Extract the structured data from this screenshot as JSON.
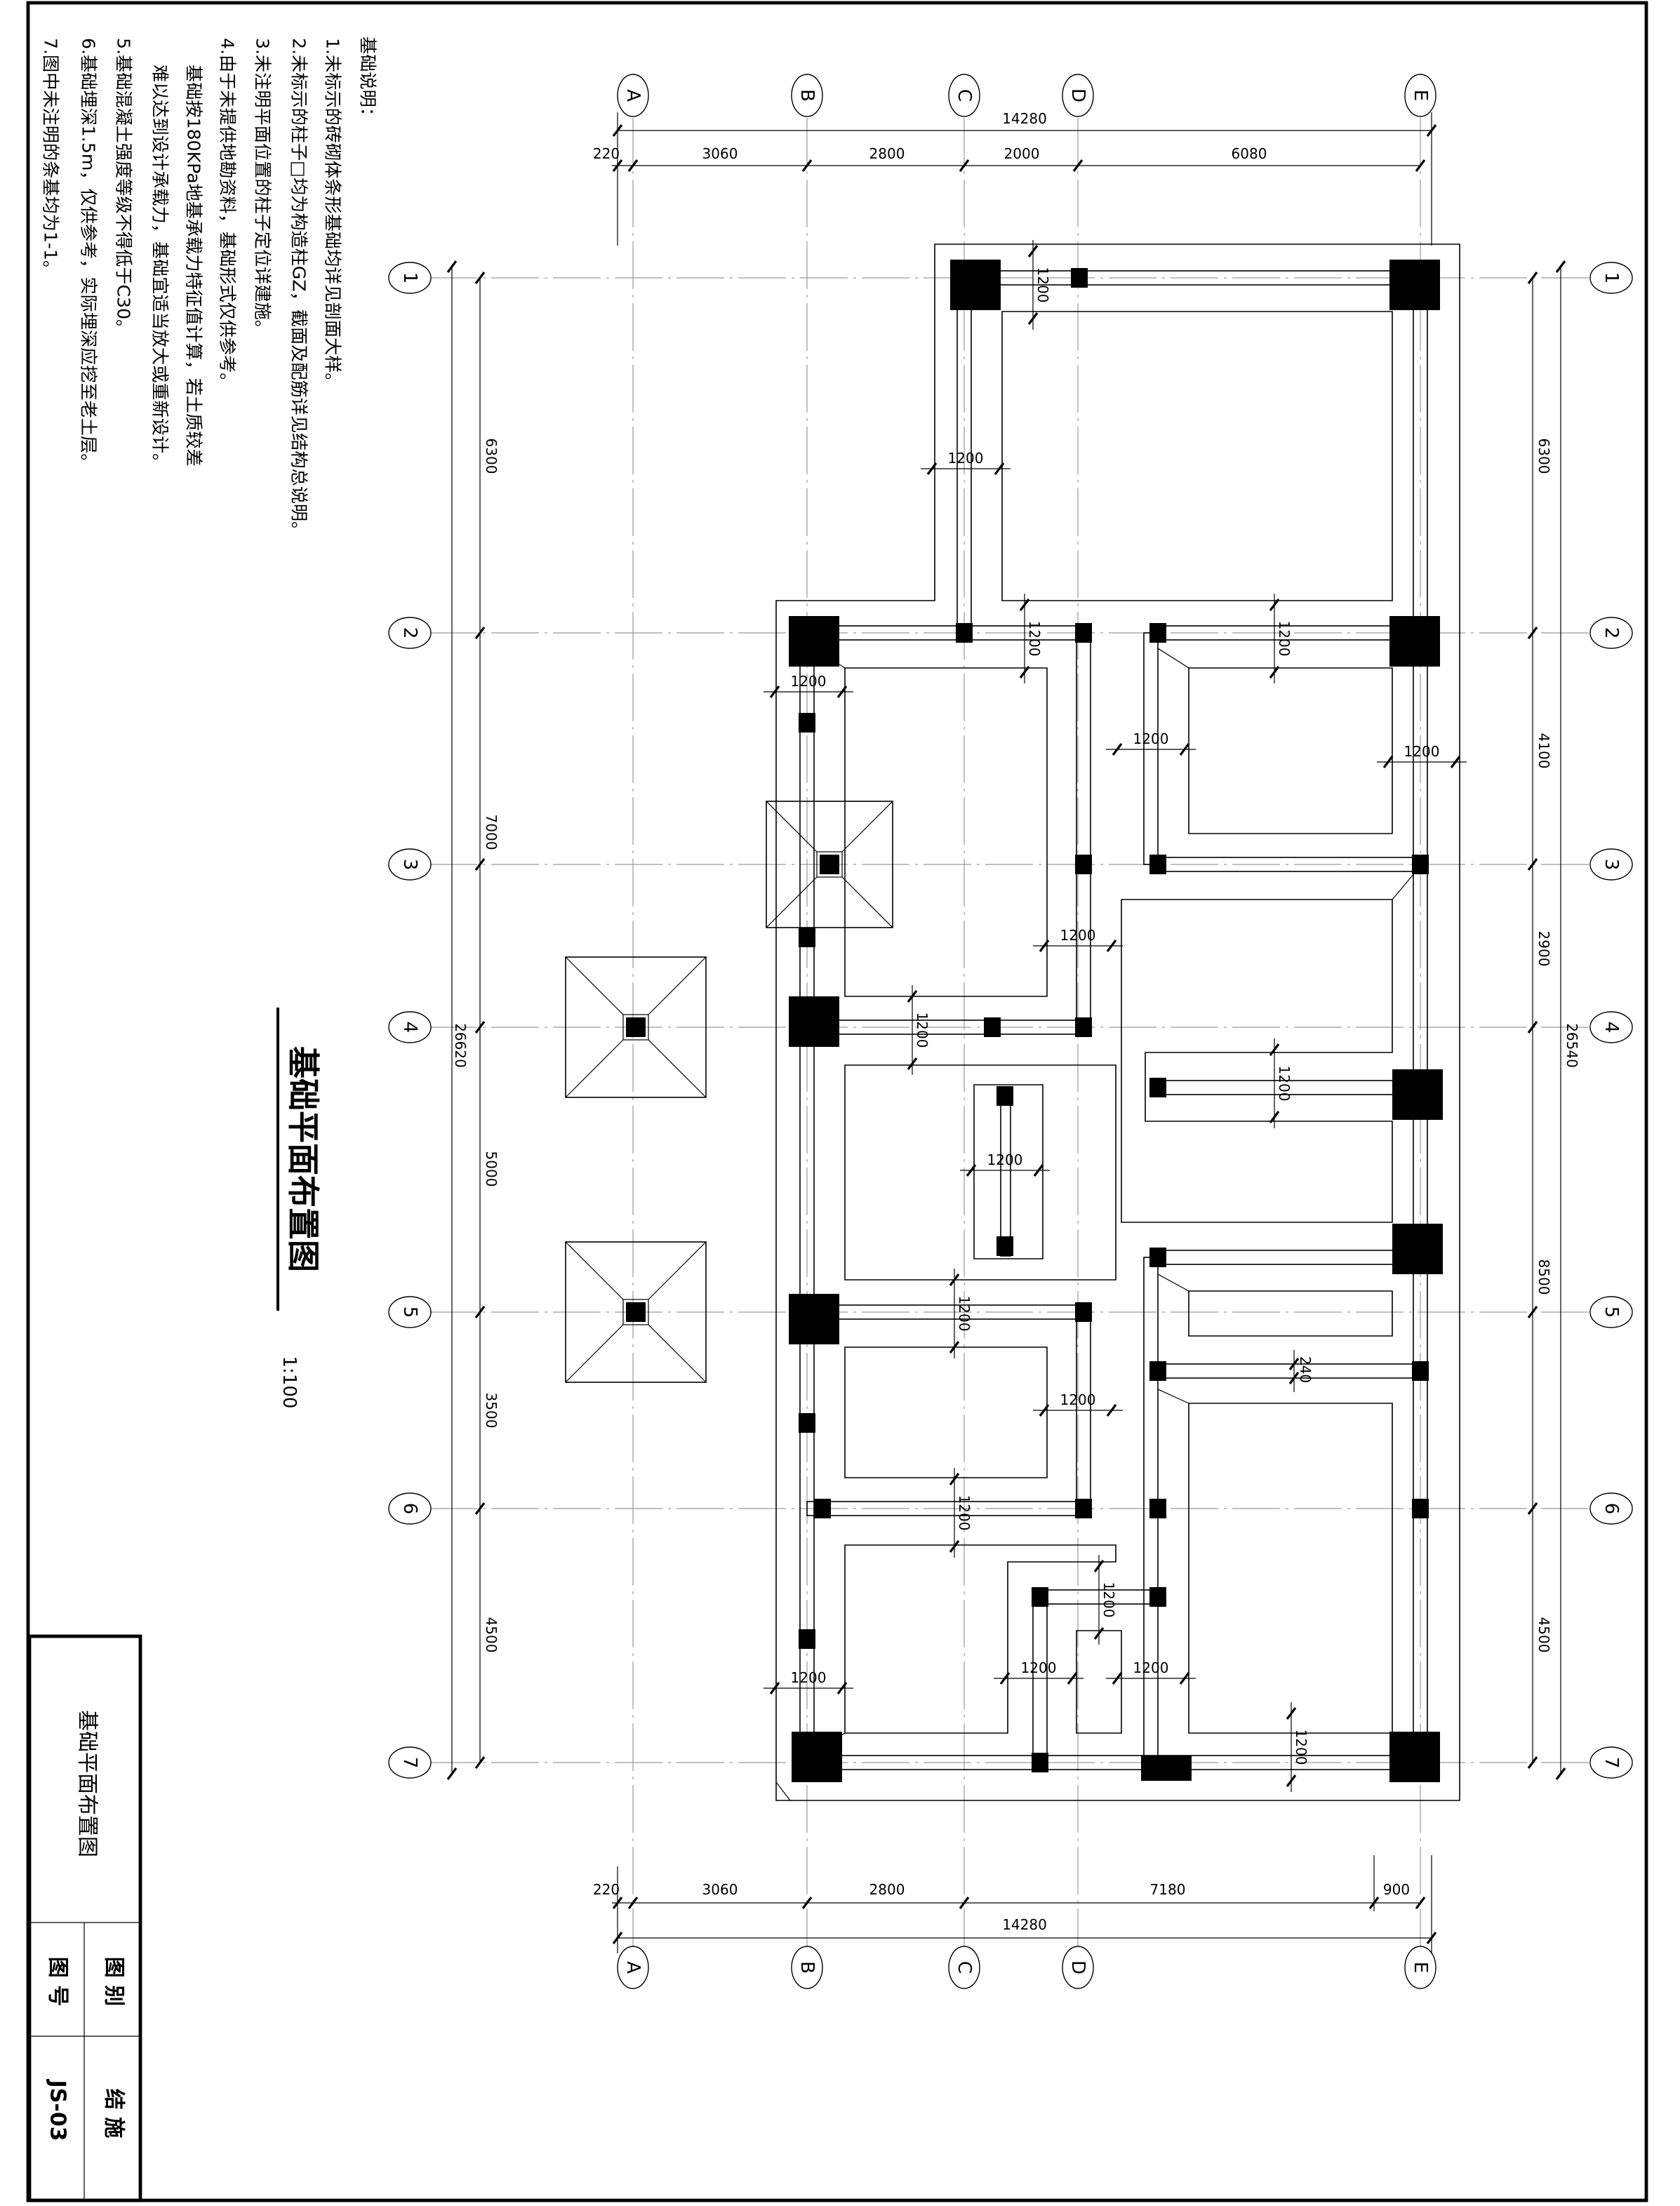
{
  "sheet": {
    "title": "基础平面布置图",
    "scale": "1:100"
  },
  "notes": {
    "heading": "基础说明：",
    "lines": [
      "1.未标示的砖砌体条形基础均详见剖面大样。",
      "2.未标示的柱子□均为构造柱GZ，截面及配筋详见结构总说明。",
      "3.未注明平面位置的柱子定位详建施。",
      "4.由于未提供地勘资料，基础形式仅供参考。",
      "基础按180KPa地基承载力特征值计算，若土质较差",
      "难以达到设计承载力，基础宜适当放大或重新设计。",
      "5.基础混凝土强度等级不得低于C30。",
      "6.基础埋深1.5m，仅供参考，实际埋深应挖至老土层。",
      "7.图中未注明的条基均为1-1。"
    ]
  },
  "axes": {
    "columns": [
      "A",
      "B",
      "C",
      "D",
      "E"
    ],
    "rows": [
      "1",
      "2",
      "3",
      "4",
      "5",
      "6",
      "7"
    ]
  },
  "dimensions": {
    "top_total": "14280",
    "top": [
      "220",
      "3060",
      "2800",
      "2000",
      "6080"
    ],
    "bottom": [
      "220",
      "3060",
      "2800",
      "7180",
      "900"
    ],
    "bottom_total": "14280",
    "left": [
      "6300",
      "7000",
      "5000",
      "3500",
      "4500"
    ],
    "left_total": "26620",
    "right": [
      "6300",
      "4100",
      "2900",
      "8500",
      "4500"
    ],
    "right_total": "26540",
    "footing_width": "1200",
    "wall_width": "240"
  },
  "title_block": {
    "drawing_name": "基础平面布置图",
    "category_label": "图 别",
    "category_value": "结 施",
    "number_label": "图 号",
    "number_value": "JS-03"
  }
}
